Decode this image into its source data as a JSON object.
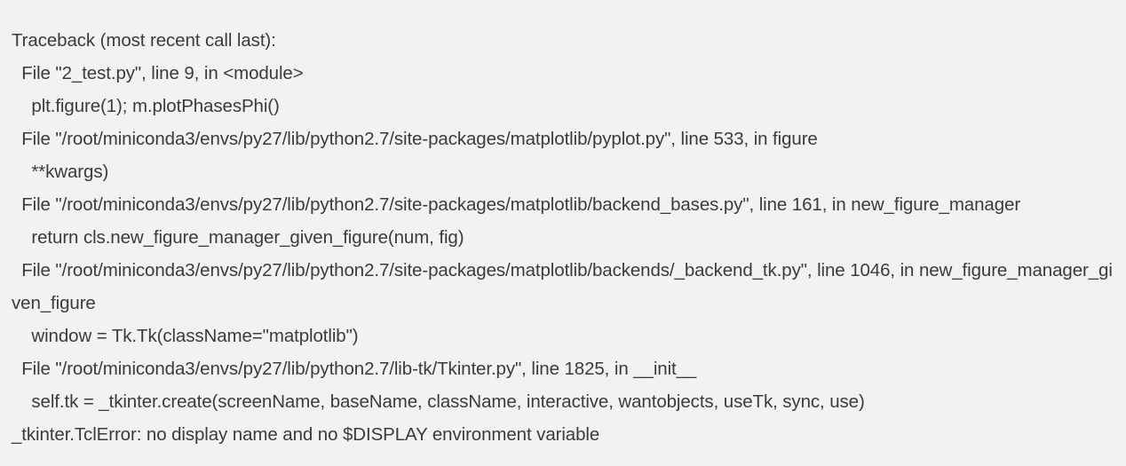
{
  "terminal": {
    "background_color": "#f2f2f2",
    "text_color": "#3b3b3b",
    "kind": "python-traceback",
    "header": "Traceback (most recent call last):",
    "error_line": "_tkinter.TclError: no display name and no $DISPLAY environment variable",
    "lines": [
      "Traceback (most recent call last):",
      "  File \"2_test.py\", line 9, in <module>",
      "    plt.figure(1); m.plotPhasesPhi()",
      "  File \"/root/miniconda3/envs/py27/lib/python2.7/site-packages/matplotlib/pyplot.py\", line 533, in figure",
      "    **kwargs)",
      "  File \"/root/miniconda3/envs/py27/lib/python2.7/site-packages/matplotlib/backend_bases.py\", line 161, in new_figure_manager",
      "    return cls.new_figure_manager_given_figure(num, fig)",
      "  File \"/root/miniconda3/envs/py27/lib/python2.7/site-packages/matplotlib/backends/_backend_tk.py\", line 1046, in new_figure_manager_given_figure",
      "    window = Tk.Tk(className=\"matplotlib\")",
      "  File \"/root/miniconda3/envs/py27/lib/python2.7/lib-tk/Tkinter.py\", line 1825, in __init__",
      "    self.tk = _tkinter.create(screenName, baseName, className, interactive, wantobjects, useTk, sync, use)",
      "_tkinter.TclError: no display name and no $DISPLAY environment variable"
    ],
    "frames": [
      {
        "file": "2_test.py",
        "line_number": "9",
        "function": "<module>",
        "source": "plt.figure(1); m.plotPhasesPhi()"
      },
      {
        "file": "/root/miniconda3/envs/py27/lib/python2.7/site-packages/matplotlib/pyplot.py",
        "line_number": "533",
        "function": "figure",
        "source": "**kwargs)"
      },
      {
        "file": "/root/miniconda3/envs/py27/lib/python2.7/site-packages/matplotlib/backend_bases.py",
        "line_number": "161",
        "function": "new_figure_manager",
        "source": "return cls.new_figure_manager_given_figure(num, fig)"
      },
      {
        "file": "/root/miniconda3/envs/py27/lib/python2.7/site-packages/matplotlib/backends/_backend_tk.py",
        "line_number": "1046",
        "function": "new_figure_manager_given_figure",
        "source": "window = Tk.Tk(className=\"matplotlib\")"
      },
      {
        "file": "/root/miniconda3/envs/py27/lib/python2.7/lib-tk/Tkinter.py",
        "line_number": "1825",
        "function": "__init__",
        "source": "self.tk = _tkinter.create(screenName, baseName, className, interactive, wantobjects, useTk, sync, use)"
      }
    ],
    "exception_type": "_tkinter.TclError",
    "exception_message": "no display name and no $DISPLAY environment variable"
  }
}
